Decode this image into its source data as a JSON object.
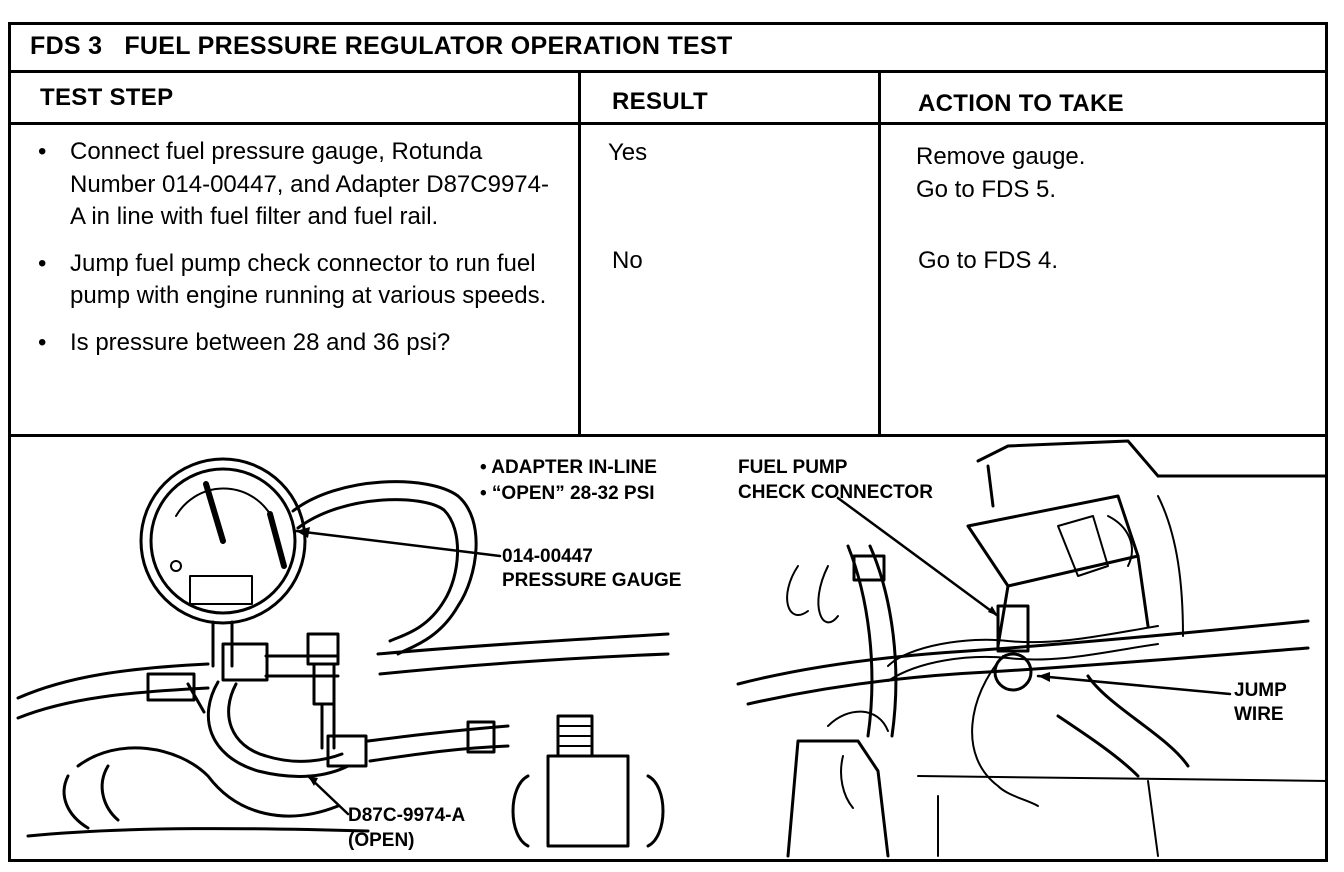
{
  "header": {
    "code": "FDS 3",
    "title": "FUEL PRESSURE REGULATOR OPERATION TEST"
  },
  "columns": {
    "test_step": "TEST STEP",
    "result": "RESULT",
    "action": "ACTION TO TAKE"
  },
  "steps": [
    {
      "bullet": "•",
      "text": "Connect fuel pressure gauge, Rotunda Number 014-00447, and Adapter D87C9974-A in line with fuel filter and fuel rail."
    },
    {
      "bullet": "•",
      "text": "Jump fuel pump check connector to run fuel pump with engine running at various speeds."
    },
    {
      "bullet": "•",
      "text": "Is pressure between 28 and 36 psi?"
    }
  ],
  "results": [
    {
      "result": "Yes",
      "action_line1": "Remove gauge.",
      "action_line2": "Go to FDS 5."
    },
    {
      "result": "No",
      "action_line1": "Go to FDS 4.",
      "action_line2": ""
    }
  ],
  "illustration": {
    "note_1": "• ADAPTER IN-LINE",
    "note_2": "• “OPEN” 28-32 PSI",
    "gauge_label_1": "014-00447",
    "gauge_label_2": "PRESSURE GAUGE",
    "adapter_label_1": "D87C-9974-A",
    "adapter_label_2": "(OPEN)",
    "connector_label_1": "FUEL PUMP",
    "connector_label_2": "CHECK CONNECTOR",
    "jump_label_1": "JUMP",
    "jump_label_2": "WIRE"
  }
}
